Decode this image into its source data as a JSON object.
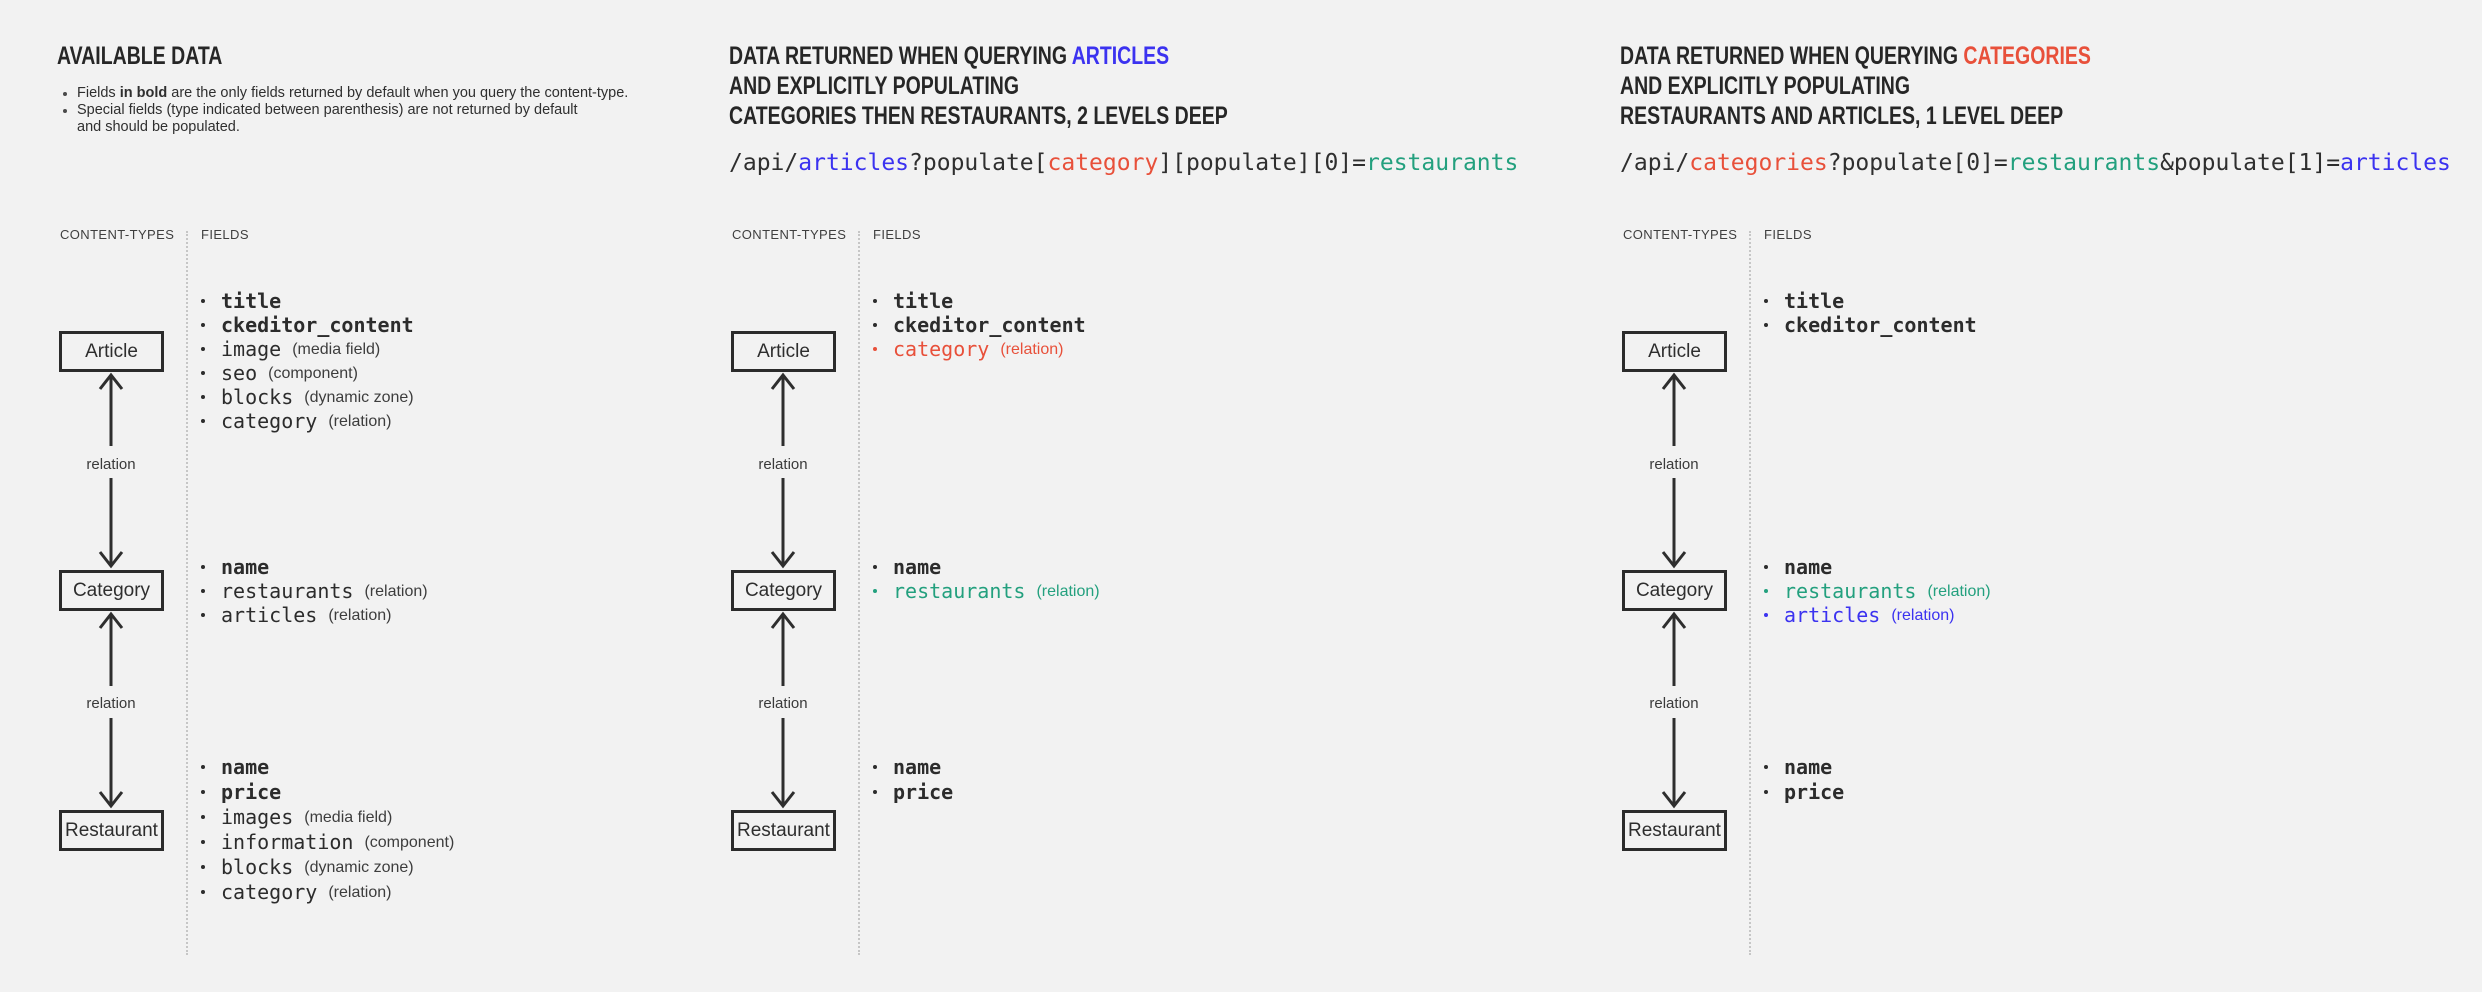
{
  "colors": {
    "background": "#f2f2f2",
    "text_dark": "#262626",
    "accent_blue": "#3b32f0",
    "accent_red": "#e8503a",
    "accent_green": "#23a07e"
  },
  "available": {
    "title": "AVAILABLE DATA",
    "note1": {
      "pre": "Fields ",
      "bold": "in bold",
      "post": " are the only fields returned by default when you query the content-type."
    },
    "note2": {
      "line1": "Special fields (type indicated between parenthesis) are not returned by default",
      "line2": "and should be populated."
    },
    "content_types_label": "CONTENT-TYPES",
    "fields_label": "FIELDS",
    "relation_label": "relation",
    "boxes": {
      "article": "Article",
      "category": "Category",
      "restaurant": "Restaurant"
    },
    "article_fields": [
      {
        "name": "title",
        "type": ""
      },
      {
        "name": "ckeditor_content",
        "type": ""
      },
      {
        "name": "image",
        "type": "(media field)"
      },
      {
        "name": "seo",
        "type": "(component)"
      },
      {
        "name": "blocks",
        "type": "(dynamic zone)"
      },
      {
        "name": "category",
        "type": "(relation)"
      }
    ],
    "category_fields": [
      {
        "name": "name",
        "type": ""
      },
      {
        "name": "restaurants",
        "type": "(relation)"
      },
      {
        "name": "articles",
        "type": "(relation)"
      }
    ],
    "restaurant_fields": [
      {
        "name": "name",
        "type": ""
      },
      {
        "name": "price",
        "type": ""
      },
      {
        "name": "images",
        "type": "(media field)"
      },
      {
        "name": "information",
        "type": "(component)"
      },
      {
        "name": "blocks",
        "type": "(dynamic zone)"
      },
      {
        "name": "category",
        "type": "(relation)"
      }
    ]
  },
  "articles_query": {
    "title_line1_pre": "DATA RETURNED WHEN QUERYING ",
    "title_line1_accent": "ARTICLES",
    "title_line2": "AND EXPLICITLY POPULATING",
    "title_line3": "CATEGORIES THEN RESTAURANTS, 2 LEVELS DEEP",
    "code": {
      "s1": "/api/",
      "s2": "articles",
      "s3": "?populate[",
      "s4": "category",
      "s5": "][populate][0]=",
      "s6": "restaurants"
    },
    "content_types_label": "CONTENT-TYPES",
    "fields_label": "FIELDS",
    "relation_label": "relation",
    "boxes": {
      "article": "Article",
      "category": "Category",
      "restaurant": "Restaurant"
    },
    "article_fields": [
      {
        "name": "title",
        "type": ""
      },
      {
        "name": "ckeditor_content",
        "type": ""
      },
      {
        "name": "category",
        "type": "(relation)"
      }
    ],
    "category_fields": [
      {
        "name": "name",
        "type": ""
      },
      {
        "name": "restaurants",
        "type": "(relation)"
      }
    ],
    "restaurant_fields": [
      {
        "name": "name",
        "type": ""
      },
      {
        "name": "price",
        "type": ""
      }
    ]
  },
  "categories_query": {
    "title_line1_pre": "DATA RETURNED WHEN QUERYING ",
    "title_line1_accent": "CATEGORIES",
    "title_line2": "AND EXPLICITLY POPULATING",
    "title_line3": "RESTAURANTS AND ARTICLES, 1 LEVEL DEEP",
    "code": {
      "s1": "/api/",
      "s2": "categories",
      "s3": "?populate[0]=",
      "s4": "restaurants",
      "s5": "&populate[1]=",
      "s6": "articles"
    },
    "content_types_label": "CONTENT-TYPES",
    "fields_label": "FIELDS",
    "relation_label": "relation",
    "boxes": {
      "article": "Article",
      "category": "Category",
      "restaurant": "Restaurant"
    },
    "article_fields": [
      {
        "name": "title",
        "type": ""
      },
      {
        "name": "ckeditor_content",
        "type": ""
      }
    ],
    "category_fields": [
      {
        "name": "name",
        "type": ""
      },
      {
        "name": "restaurants",
        "type": "(relation)"
      },
      {
        "name": "articles",
        "type": "(relation)"
      }
    ],
    "restaurant_fields": [
      {
        "name": "name",
        "type": ""
      },
      {
        "name": "price",
        "type": ""
      }
    ]
  }
}
